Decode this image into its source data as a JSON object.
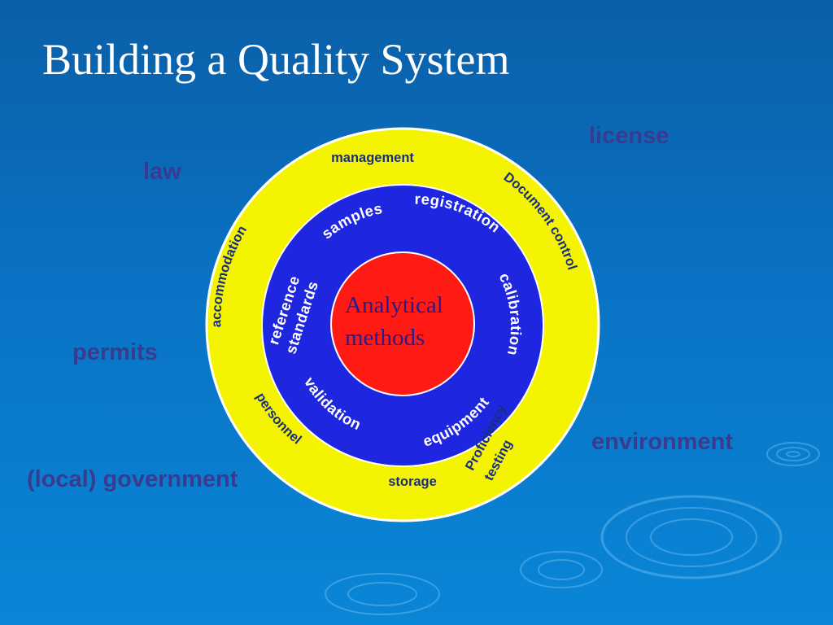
{
  "title": "Building a Quality System",
  "external_factors": {
    "law": "law",
    "license": "license",
    "permits": "permits",
    "environment": "environment",
    "local_government": "(local) government"
  },
  "diagram": {
    "core": {
      "line1": "Analytical",
      "line2": "methods"
    },
    "middle_ring": {
      "samples": "samples",
      "registration": "registration",
      "calibration": "calibration",
      "equipment": "equipment",
      "validation": "validation",
      "reference_line1": "reference",
      "reference_line2": "standards"
    },
    "outer_ring": {
      "management": "management",
      "document_control": "Document control",
      "proficiency_line1": "Proficiency",
      "proficiency_line2": "testing",
      "storage": "storage",
      "personnel": "personnel",
      "accommodation": "accommodation"
    }
  },
  "colors": {
    "background": "#0a72c4",
    "outer_ring": "#f4f400",
    "middle_ring": "#1f26e0",
    "core": "#ff1a14",
    "title": "#ffffff",
    "external_label": "#3a3b8f"
  }
}
